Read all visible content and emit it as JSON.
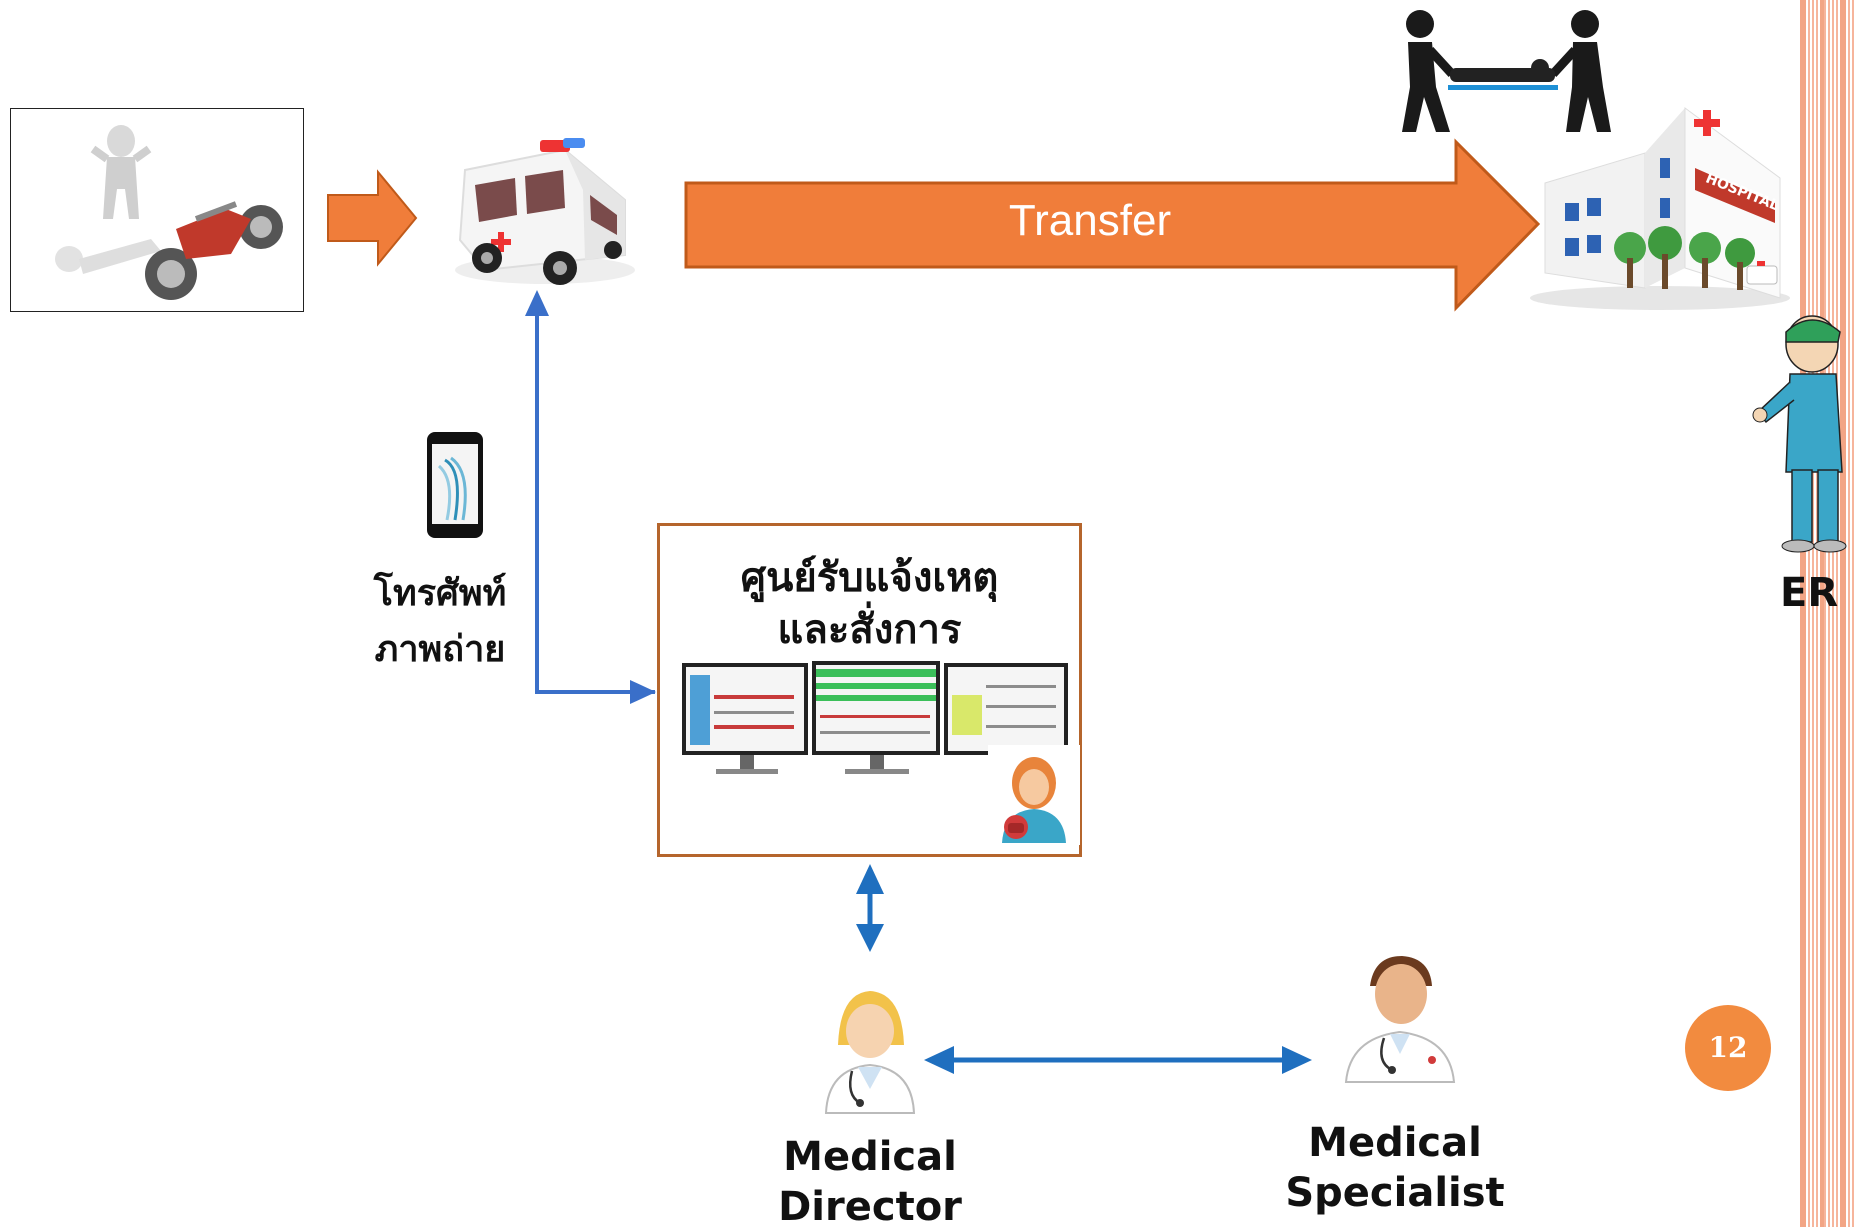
{
  "diagram": {
    "transfer_label": "Transfer",
    "phone_label_line1": "โทรศัพท์",
    "phone_label_line2": "ภาพถ่าย",
    "center_title_line1": "ศูนย์รับแจ้งเหตุ",
    "center_title_line2": "และสั่งการ",
    "medical_director_line1": "Medical",
    "medical_director_line2": "Director",
    "medical_specialist_line1": "Medical",
    "medical_specialist_line2": "Specialist",
    "er_label": "ER",
    "hospital_sign": "HOSPITAL",
    "slide_number": "12"
  },
  "colors": {
    "orange_arrow": "#f07d3a",
    "arrow_outline": "#c05a1a",
    "blue_connector": "#3a6fc9",
    "box_border": "#b5652c",
    "badge": "#f28b3f",
    "stripe": "#f6b59c"
  },
  "icons": [
    "accident-icon",
    "ambulance-icon",
    "hospital-icon",
    "stretcher-icon",
    "smartphone-icon",
    "monitors-icon",
    "operator-icon",
    "er-staff-icon",
    "medical-director-icon",
    "medical-specialist-icon"
  ]
}
